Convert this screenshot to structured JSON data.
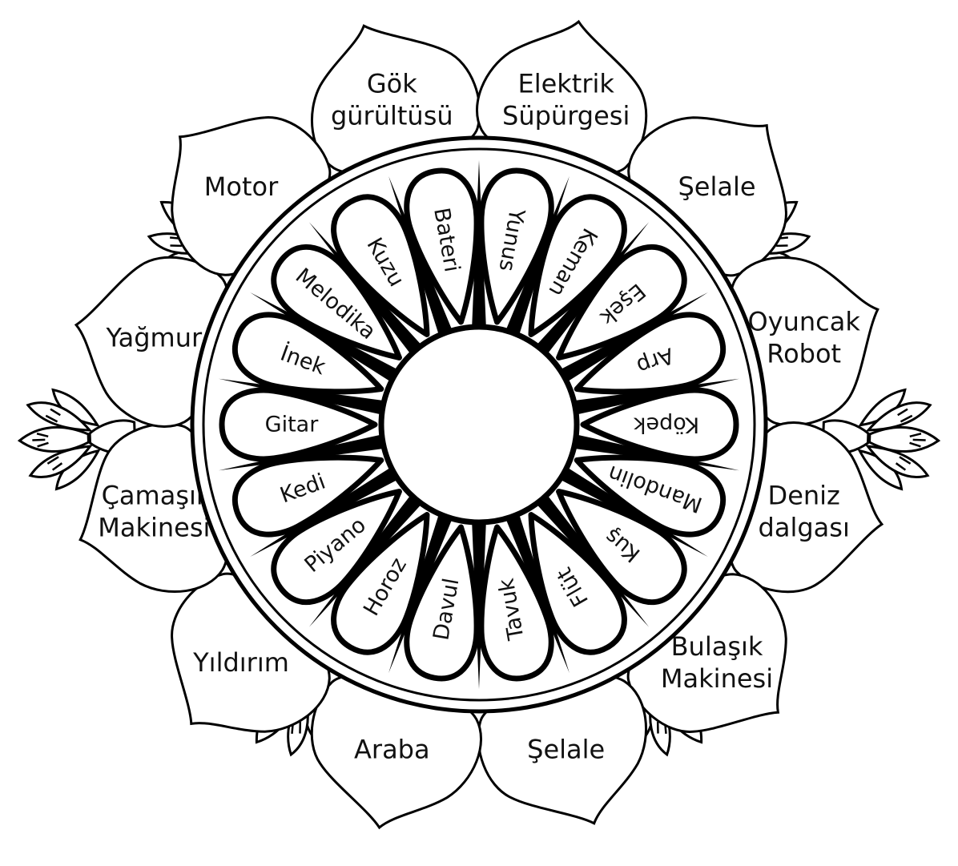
{
  "colors": {
    "ink": "#000000",
    "paper": "#ffffff"
  },
  "outer_ring": [
    {
      "name": "petal-gok-gurultusu",
      "lines": [
        "Gök",
        "gürültüsü"
      ]
    },
    {
      "name": "petal-elektrik-supurgesi",
      "lines": [
        "Elektrik",
        "Süpürgesi"
      ]
    },
    {
      "name": "petal-selale-top",
      "lines": [
        "Şelale"
      ]
    },
    {
      "name": "petal-oyuncak-robot",
      "lines": [
        "Oyuncak",
        "Robot"
      ]
    },
    {
      "name": "petal-deniz-dalgasi",
      "lines": [
        "Deniz",
        "dalgası"
      ]
    },
    {
      "name": "petal-bulasik-makinesi",
      "lines": [
        "Bulaşık",
        "Makinesi"
      ]
    },
    {
      "name": "petal-selale-bottom",
      "lines": [
        "Şelale"
      ]
    },
    {
      "name": "petal-araba",
      "lines": [
        "Araba"
      ]
    },
    {
      "name": "petal-yildirim",
      "lines": [
        "Yıldırım"
      ]
    },
    {
      "name": "petal-camasir-makinesi",
      "lines": [
        "Çamaşır",
        "Makinesi"
      ]
    },
    {
      "name": "petal-yagmur",
      "lines": [
        "Yağmur"
      ]
    },
    {
      "name": "petal-motor",
      "lines": [
        "Motor"
      ]
    }
  ],
  "inner_ring": [
    "Yunus",
    "Keman",
    "Eşek",
    "Arp",
    "Köpek",
    "Mandolin",
    "Kuş",
    "Flüt",
    "Tavuk",
    "Davul",
    "Horoz",
    "Piyano",
    "Kedi",
    "Gitar",
    "İnek",
    "Melodika",
    "Kuzu",
    "Bateri"
  ],
  "flourish_icons": [
    "fan-flourish-icon",
    "fan-flourish-icon",
    "fan-flourish-icon",
    "fan-flourish-icon",
    "fan-flourish-icon",
    "fan-flourish-icon"
  ]
}
